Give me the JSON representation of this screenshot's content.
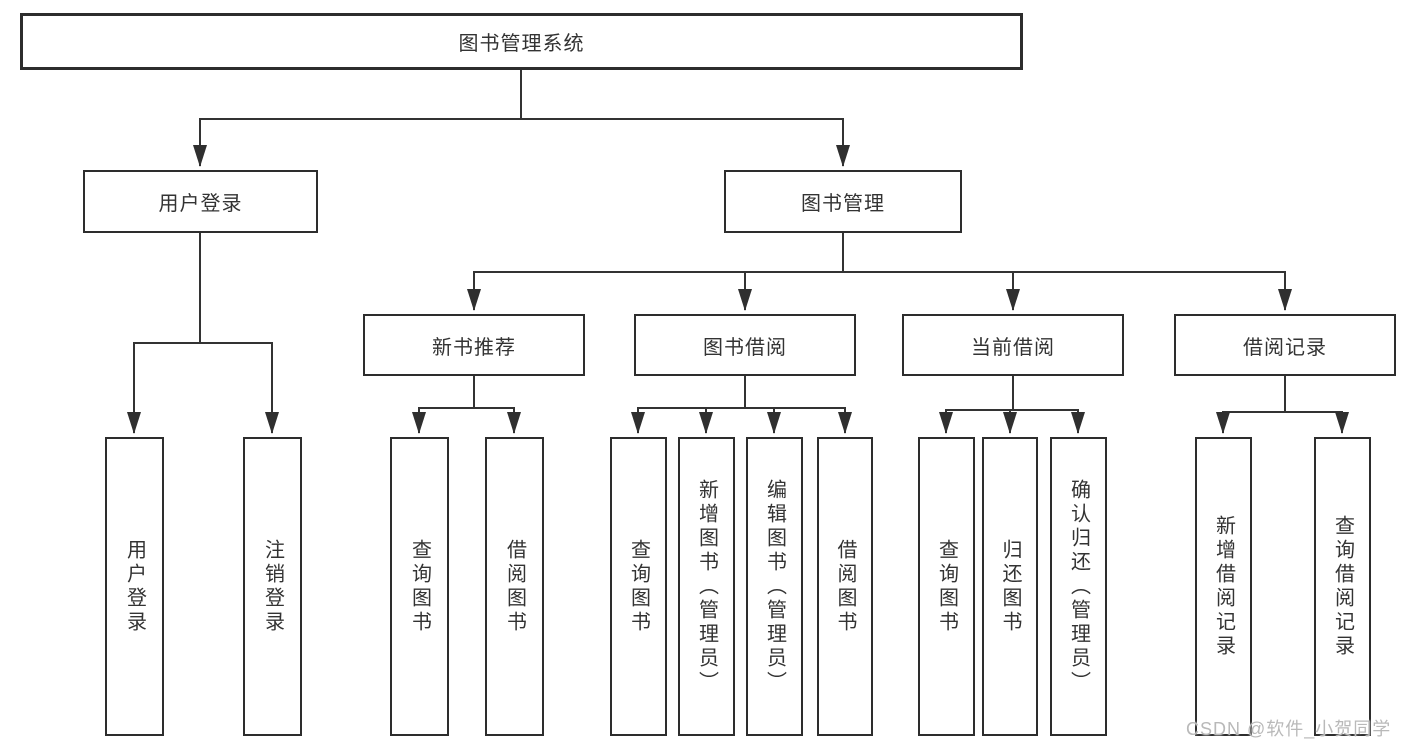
{
  "root": {
    "label": "图书管理系统"
  },
  "level2": [
    {
      "id": "user-login",
      "label": "用户登录"
    },
    {
      "id": "book-management",
      "label": "图书管理"
    }
  ],
  "level3": [
    {
      "id": "new-book-recommend",
      "label": "新书推荐"
    },
    {
      "id": "book-borrowing",
      "label": "图书借阅"
    },
    {
      "id": "current-borrowing",
      "label": "当前借阅"
    },
    {
      "id": "borrowing-records",
      "label": "借阅记录"
    }
  ],
  "leaves": [
    {
      "id": "user-login",
      "label": "用户登录"
    },
    {
      "id": "logout",
      "label": "注销登录"
    },
    {
      "id": "query-books-recommend",
      "label": "查询图书"
    },
    {
      "id": "borrow-books-recommend",
      "label": "借阅图书"
    },
    {
      "id": "query-books-borrowing",
      "label": "查询图书"
    },
    {
      "id": "add-books-admin",
      "label": "新增图书（管理员）"
    },
    {
      "id": "edit-books-admin",
      "label": "编辑图书（管理员）"
    },
    {
      "id": "borrow-books-borrowing",
      "label": "借阅图书"
    },
    {
      "id": "query-books-current",
      "label": "查询图书"
    },
    {
      "id": "return-books",
      "label": "归还图书"
    },
    {
      "id": "confirm-return-admin",
      "label": "确认归还（管理员）"
    },
    {
      "id": "add-borrow-record",
      "label": "新增借阅记录"
    },
    {
      "id": "query-borrow-record",
      "label": "查询借阅记录"
    }
  ],
  "watermark": {
    "text": "CSDN @软件_小贺同学"
  },
  "colors": {
    "line": "#333333",
    "border": "#2d2d2d",
    "text": "#333333",
    "watermark": "#b9b9b9",
    "background": "#ffffff"
  }
}
